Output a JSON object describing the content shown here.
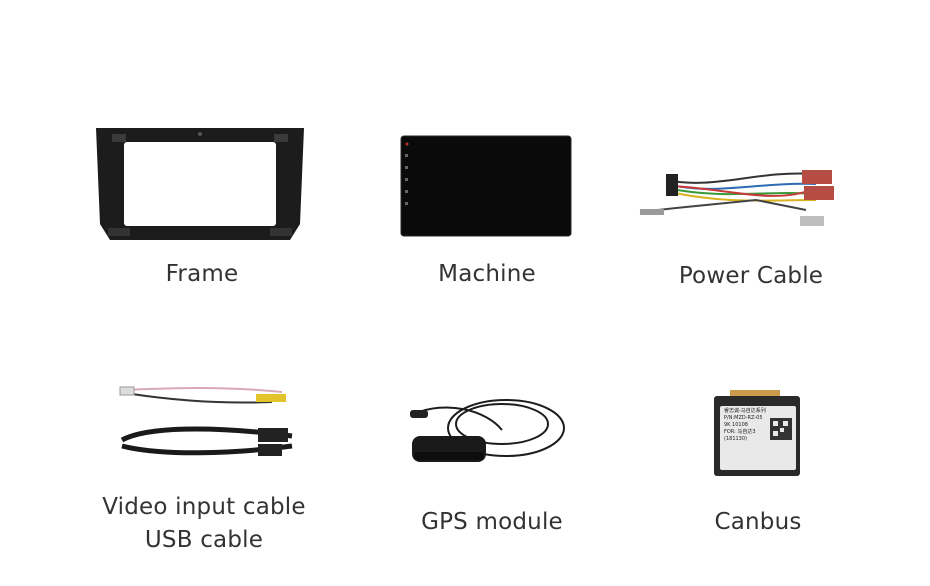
{
  "items": [
    {
      "label": "Frame",
      "icon": "frame-icon"
    },
    {
      "label": "Machine",
      "icon": "screen-icon"
    },
    {
      "label": "Power Cable",
      "icon": "power-cable-icon"
    },
    {
      "label_line1": "Video input cable",
      "label_line2": "USB cable",
      "icon": "video-usb-cable-icon"
    },
    {
      "label": "GPS module",
      "icon": "gps-antenna-icon"
    },
    {
      "label": "Canbus",
      "icon": "canbus-box-icon",
      "box_text": [
        "睿志诚-马自达系列",
        "P/N:MZD-RZ-05",
        "9K 10108",
        "FOR: 马自达3",
        "(181130)"
      ]
    }
  ]
}
